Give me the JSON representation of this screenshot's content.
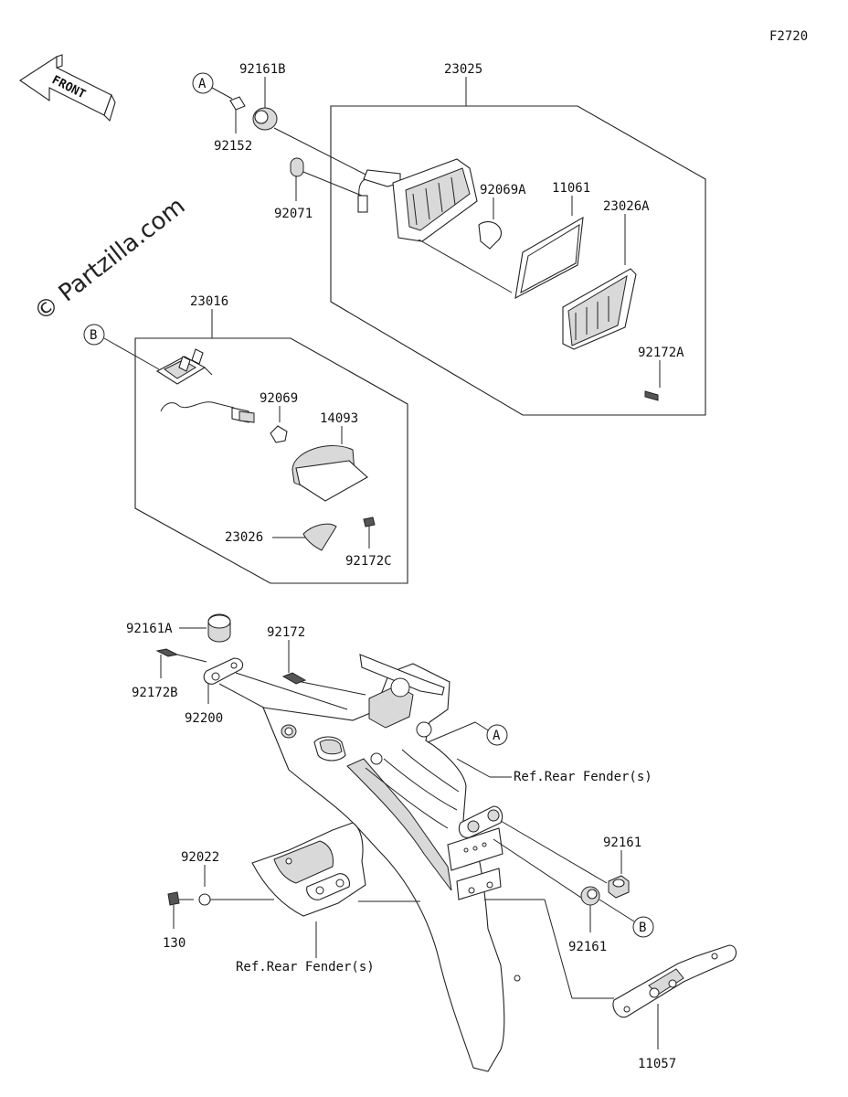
{
  "figure_code": "F2720",
  "watermark": "© Partzilla.com",
  "front_label": "FRONT",
  "callouts": {
    "a_top": "A",
    "b_mid": "B",
    "a_fender": "A",
    "b_fender": "B"
  },
  "parts": {
    "p23025": "23025",
    "p92161B": "92161B",
    "p92152": "92152",
    "p92071": "92071",
    "p92069A": "92069A",
    "p11061": "11061",
    "p23026A": "23026A",
    "p92172A": "92172A",
    "p23016": "23016",
    "p92069": "92069",
    "p14093": "14093",
    "p23026": "23026",
    "p92172C": "92172C",
    "p92161A": "92161A",
    "p92172": "92172",
    "p92172B": "92172B",
    "p92200": "92200",
    "p92022": "92022",
    "p130": "130",
    "p92161_upper": "92161",
    "p92161_lower": "92161",
    "p11057": "11057"
  },
  "refs": {
    "rear_fender_upper": "Ref.Rear Fender(s)",
    "rear_fender_lower": "Ref.Rear Fender(s)"
  }
}
